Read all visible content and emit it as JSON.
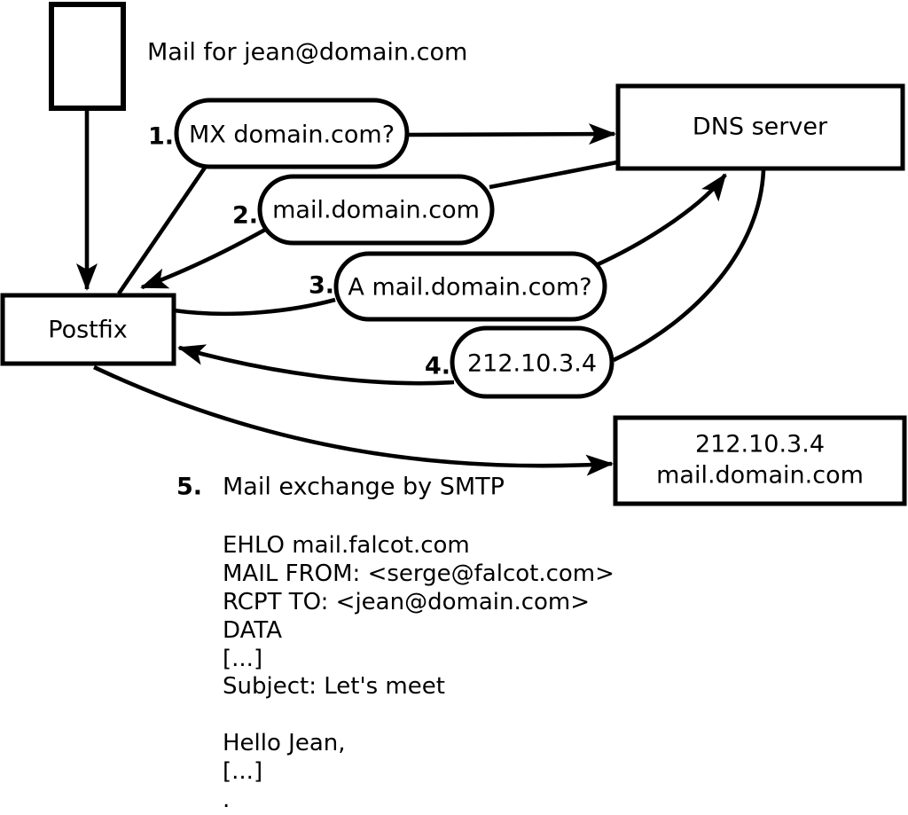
{
  "colors": {
    "ink": "#000000",
    "paper": "#ffffff"
  },
  "diagram": {
    "note": "Mail for jean@domain.com",
    "postfix": {
      "label": "Postfix"
    },
    "dns": {
      "label": "DNS server"
    },
    "mail_server": {
      "ip": "212.10.3.4",
      "hostname": "mail.domain.com"
    },
    "steps": [
      {
        "num": "1.",
        "label": "MX domain.com?"
      },
      {
        "num": "2.",
        "label": "mail.domain.com"
      },
      {
        "num": "3.",
        "label": "A mail.domain.com?"
      },
      {
        "num": "4.",
        "label": "212.10.3.4"
      },
      {
        "num": "5.",
        "label": "Mail exchange by SMTP"
      }
    ],
    "smtp_session": [
      "EHLO mail.falcot.com",
      "MAIL FROM: <serge@falcot.com>",
      "RCPT TO: <jean@domain.com>",
      "DATA",
      "[...]",
      "Subject: Let's meet",
      "",
      "Hello Jean,",
      "[...]",
      "."
    ]
  }
}
